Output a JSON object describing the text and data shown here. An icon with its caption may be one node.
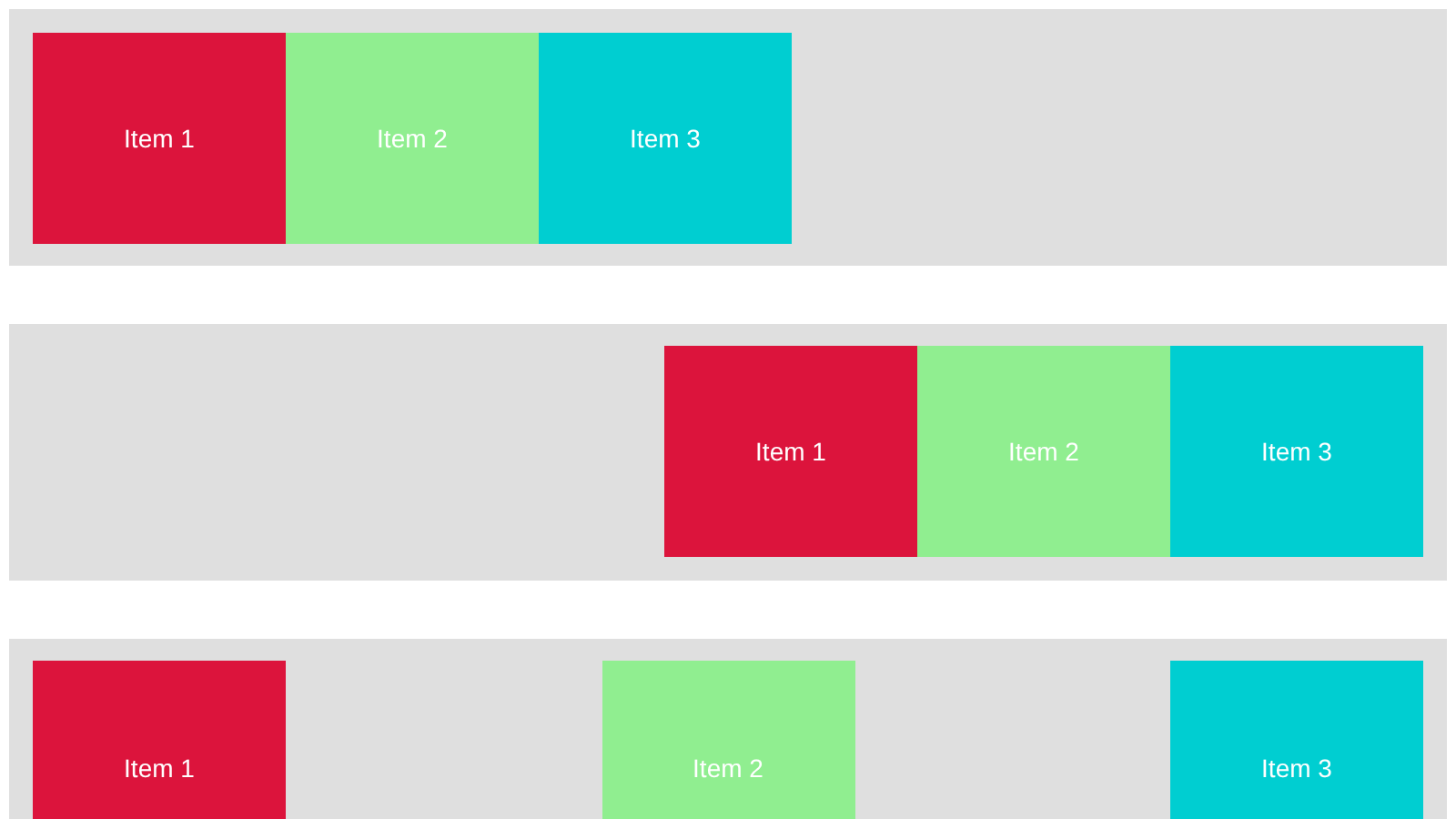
{
  "diagram": {
    "nodes": [
      {
        "text": [],
        "shape": "box"
      },
      {
        "text": [
          "Item 1"
        ],
        "in": 0
      },
      {
        "text": [
          "Item 2"
        ],
        "in": 0
      },
      {
        "text": [
          "Item 3"
        ],
        "in": 0
      },
      {
        "text": [],
        "shape": "box"
      },
      {
        "text": [
          "Item 1"
        ],
        "in": 4
      },
      {
        "text": [
          "Item 2"
        ],
        "in": 4
      },
      {
        "text": [
          "Item 3"
        ],
        "in": 4
      },
      {
        "text": [],
        "shape": "box"
      },
      {
        "text": [
          "Item 1"
        ],
        "in": 8
      },
      {
        "text": [
          "Item 2"
        ],
        "in": 8
      },
      {
        "text": [
          "Item 3"
        ],
        "in": 8
      }
    ]
  }
}
